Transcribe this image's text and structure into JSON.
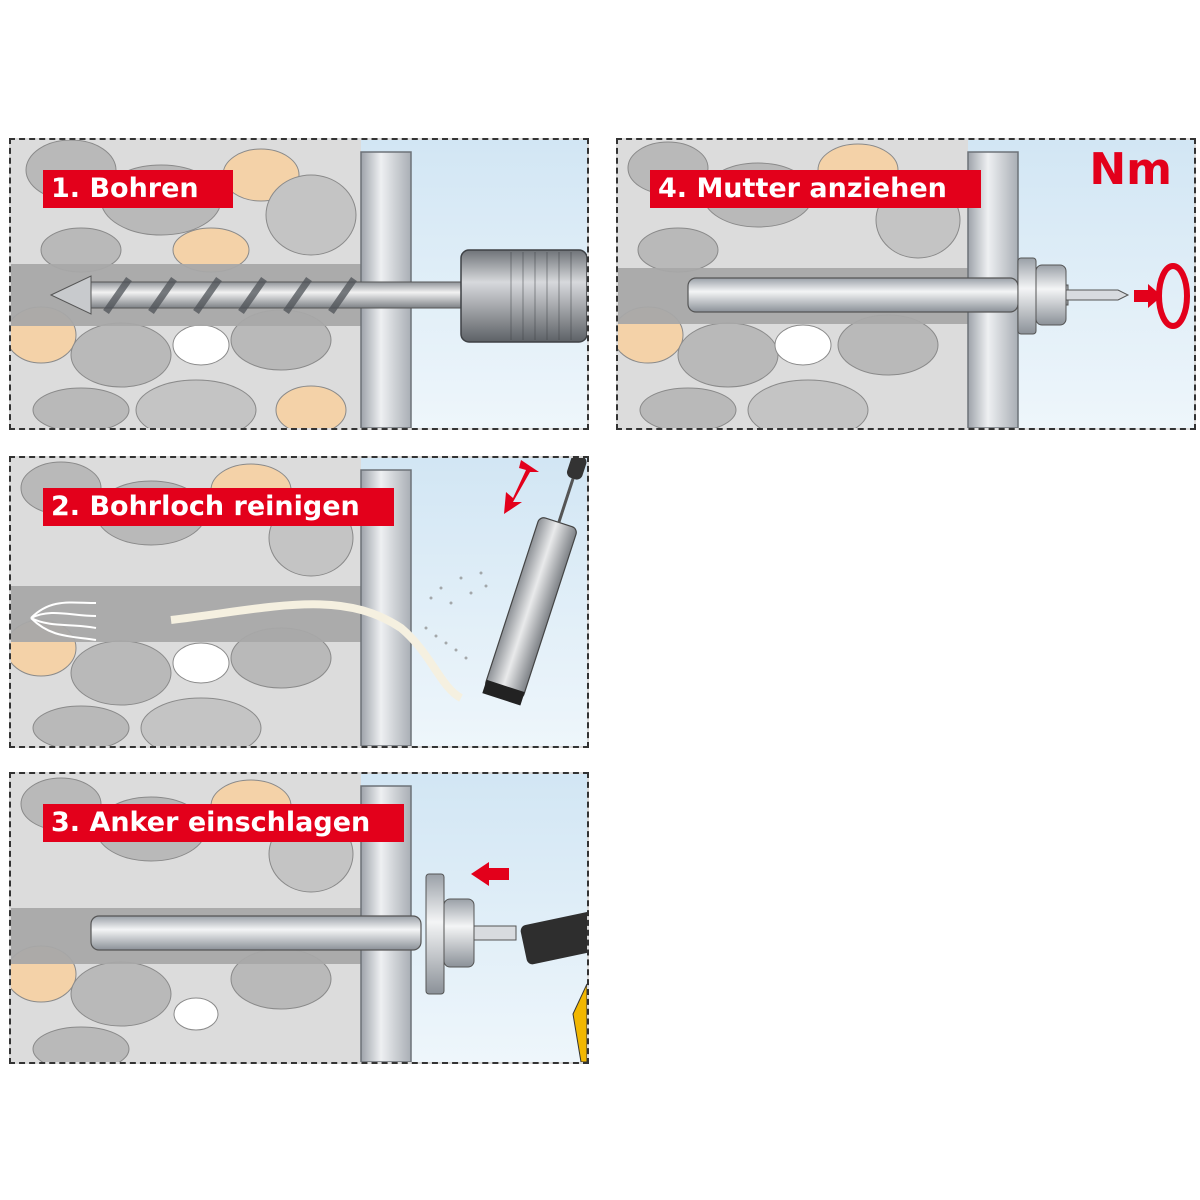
{
  "colors": {
    "accent_red": "#e3001b",
    "wall": "#dcdcdc",
    "stone_gray": "#b9b9b9",
    "stone_sand": "#f4d2a8",
    "hole": "#a8a8a8",
    "plate_steel": "#c9cdd3",
    "sky": "#ddecf6"
  },
  "steps": [
    {
      "label": "1. Bohren",
      "icon": "drill-icon"
    },
    {
      "label": "2. Bohrloch reinigen",
      "icon": "blow-pump-icon"
    },
    {
      "label": "3. Anker einschlagen",
      "icon": "hammer-icon"
    },
    {
      "label": "4. Mutter anziehen",
      "icon": "torque-wrench-icon"
    }
  ],
  "torque_unit": "Nm"
}
